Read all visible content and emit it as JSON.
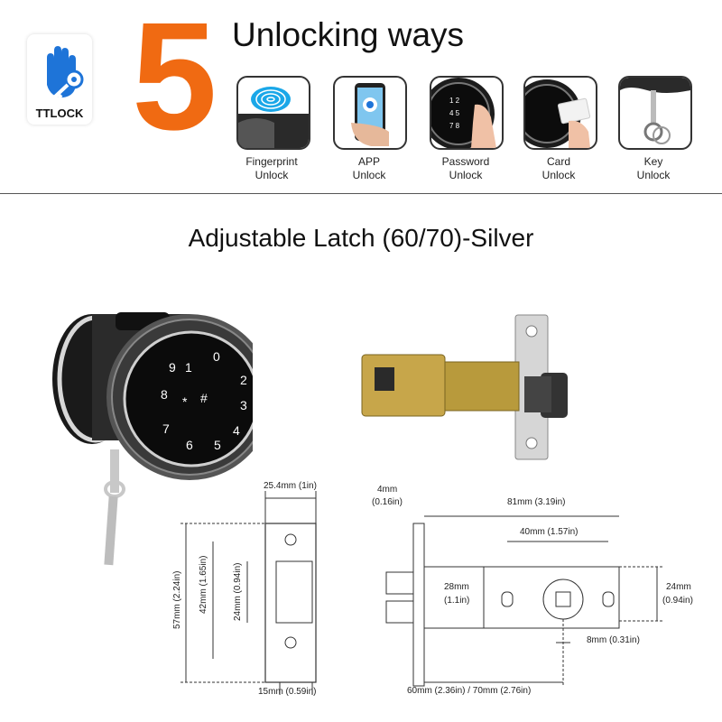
{
  "brand": {
    "name": "TTLOCK",
    "icon": "hand-key-icon"
  },
  "header": {
    "count": "5",
    "title": "Unlocking ways"
  },
  "methods": [
    {
      "line1": "Fingerprint",
      "line2": "Unlock",
      "icon": "fingerprint-icon"
    },
    {
      "line1": "APP",
      "line2": "Unlock",
      "icon": "phone-app-icon"
    },
    {
      "line1": "Password",
      "line2": "Unlock",
      "icon": "keypad-icon"
    },
    {
      "line1": "Card",
      "line2": "Unlock",
      "icon": "card-icon"
    },
    {
      "line1": "Key",
      "line2": "Unlock",
      "icon": "key-icon"
    }
  ],
  "product": {
    "title": "Adjustable Latch (60/70)-Silver"
  },
  "keypad_digits": [
    "0",
    "1",
    "2",
    "3",
    "4",
    "5",
    "6",
    "7",
    "8",
    "9",
    "*",
    "#"
  ],
  "diagram_left": {
    "width": "25.4mm (1in)",
    "height_outer": "57mm (2.24in)",
    "height_mid": "42mm (1.65in)",
    "height_inner": "24mm (0.94in)",
    "bottom": "15mm (0.59in)"
  },
  "diagram_right": {
    "plate_thickness_mm": "4mm",
    "plate_thickness_in": "(0.16in)",
    "total_length": "81mm (3.19in)",
    "hole_spacing": "40mm (1.57in)",
    "body_height_mm": "28mm",
    "body_height_in": "(1.1in)",
    "right_height_mm": "24mm",
    "right_height_in": "(0.94in)",
    "square_size": "8mm (0.31in)",
    "backset": "60mm (2.36in) / 70mm (2.76in)"
  }
}
